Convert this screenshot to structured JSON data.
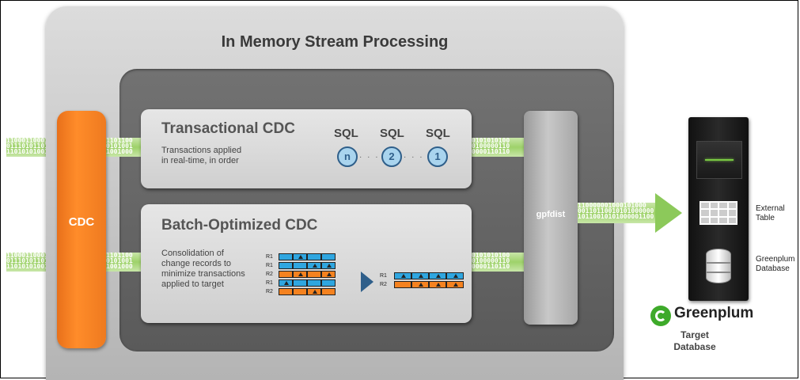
{
  "diagram": {
    "title": "In Memory Stream Processing",
    "cdc_label": "CDC",
    "gpfdist_label": "gpfdist",
    "transactional": {
      "title": "Transactional CDC",
      "description": "Transactions applied\nin real-time, in order",
      "sql_labels": [
        "SQL",
        "SQL",
        "SQL"
      ],
      "circles": [
        "n",
        "2",
        "1"
      ],
      "dots": "· · ·"
    },
    "batch": {
      "title": "Batch-Optimized CDC",
      "description": "Consolidation of\nchange records to\nminimize transactions\napplied to target",
      "row_labels_before": [
        "R1",
        "R1",
        "R2",
        "R1",
        "R2"
      ],
      "row_labels_after": [
        "R1",
        "R2"
      ]
    },
    "streams": {
      "in_top": [
        "11000110001",
        "01110101101",
        "11010101001"
      ],
      "mid_top": [
        "1101100",
        "0101001",
        "1001000"
      ],
      "out_top": [
        "0101010100",
        "0100000110",
        "0000110110"
      ],
      "in_bottom": [
        "11000110001",
        "01110101101",
        "11010101001"
      ],
      "mid_bottom": [
        "1101100",
        "0101001",
        "1001000"
      ],
      "out_bottom": [
        "0101010100",
        "0100000110",
        "0000110110"
      ],
      "to_db": [
        "110000001000101000",
        "00110110010101000000",
        "10110010101000001100"
      ]
    },
    "server": {
      "external_table": "External\nTable",
      "database": "Greenplum\nDatabase"
    },
    "brand": "Greenplum",
    "target_label": "Target\nDatabase",
    "colors": {
      "orange": "#f5821f",
      "blue": "#2fa6e0",
      "green": "#3eaa2a"
    }
  }
}
